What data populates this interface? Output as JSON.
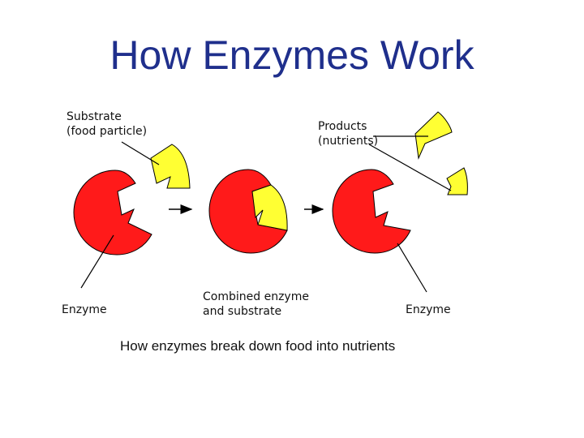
{
  "title": "How Enzymes Work",
  "labels": {
    "substrate_line1": "Substrate",
    "substrate_line2": "(food particle)",
    "products_line1": "Products",
    "products_line2": "(nutrients)",
    "combined_line1": "Combined enzyme",
    "combined_line2": "and substrate",
    "enzyme_left": "Enzyme",
    "enzyme_right": "Enzyme"
  },
  "caption": "How enzymes break down food into nutrients",
  "colors": {
    "title": "#1f2f8c",
    "enzyme": "#ff1a1a",
    "substrate": "#ffff33",
    "outline": "#000000"
  }
}
